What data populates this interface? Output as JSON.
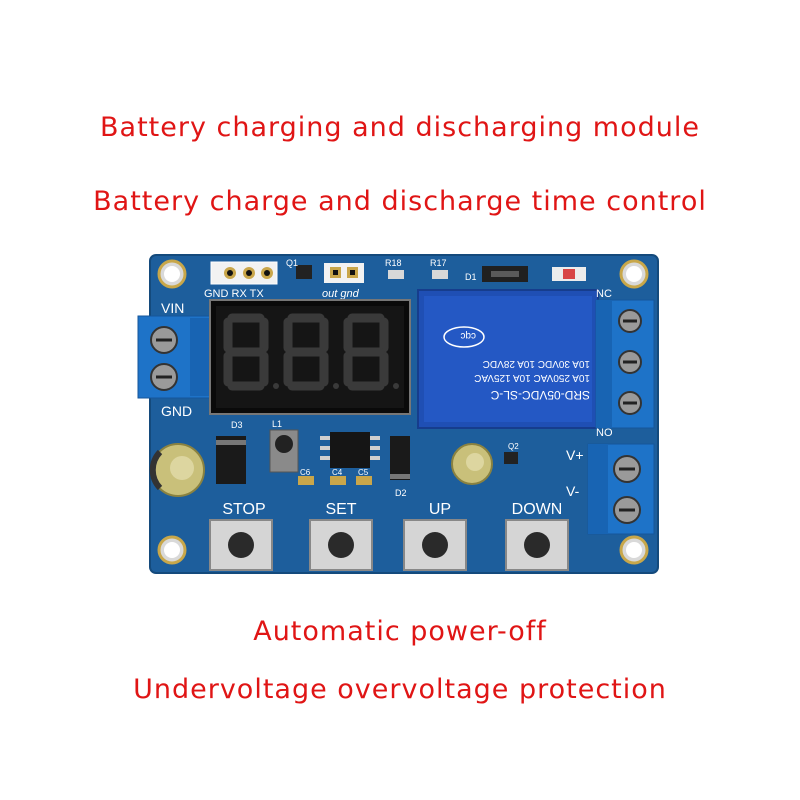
{
  "captions": {
    "line1": "Battery charging and discharging module",
    "line2": "Battery charge and discharge time control",
    "line3": "Automatic power-off",
    "line4": "Undervoltage overvoltage protection"
  },
  "board": {
    "display_digits": [
      "8",
      "8",
      "8"
    ],
    "labels": {
      "vin": "VIN",
      "gnd": "GND",
      "uart": "GND RX TX",
      "out_gnd": "out gnd",
      "nc": "NC",
      "no": "NO",
      "vplus": "V+",
      "vminus": "V-",
      "q1": "Q1",
      "q2": "Q2",
      "d1": "D1",
      "d2": "D2",
      "d3": "D3",
      "l1": "L1",
      "r17": "R17",
      "r18": "R18",
      "c4": "C4",
      "c5": "C5",
      "c6": "C6"
    },
    "relay_lines": [
      "SRD-05VDC-SL-C",
      "10A 250VAC 10A 125VAC",
      "10A 30VDC 10A 28VDC"
    ],
    "relay_logo": "cqc",
    "buttons": [
      {
        "label": "STOP"
      },
      {
        "label": "SET"
      },
      {
        "label": "UP"
      },
      {
        "label": "DOWN"
      }
    ]
  },
  "colors": {
    "caption": "#e01515",
    "pcb": "#1d5e9c",
    "relay": "#1f4fb4",
    "terminal": "#1e73c8"
  }
}
